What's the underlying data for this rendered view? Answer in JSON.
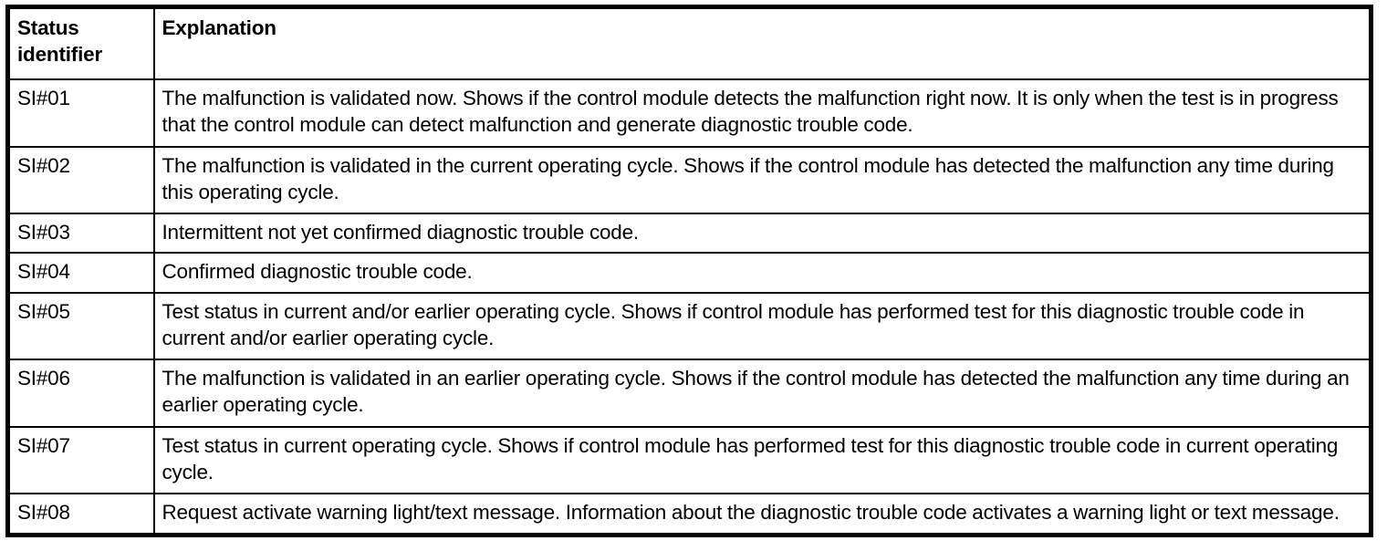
{
  "table": {
    "columns": [
      {
        "id": "status_identifier",
        "header": "Status identifier"
      },
      {
        "id": "explanation",
        "header": "Explanation"
      }
    ],
    "header": {
      "status_identifier": "Status identifier",
      "explanation": "Explanation"
    },
    "rows": [
      {
        "status_identifier": "SI#01",
        "explanation": "The malfunction is validated now. Shows if the control module detects the malfunction right now. It is only when the test is in progress that the control module can detect malfunction and generate diagnostic trouble code."
      },
      {
        "status_identifier": "SI#02",
        "explanation": "The malfunction is validated in the current operating cycle. Shows if the control module has detected the malfunction any time during this operating cycle."
      },
      {
        "status_identifier": "SI#03",
        "explanation": "Intermittent not yet confirmed diagnostic trouble code."
      },
      {
        "status_identifier": "SI#04",
        "explanation": "Confirmed diagnostic trouble code."
      },
      {
        "status_identifier": "SI#05",
        "explanation": "Test status in current and/or earlier operating cycle. Shows if control module has performed test for this diagnostic trouble code in current and/or earlier operating cycle."
      },
      {
        "status_identifier": "SI#06",
        "explanation": "The malfunction is validated in an earlier operating cycle. Shows if the control module has detected the malfunction any time during an earlier operating cycle."
      },
      {
        "status_identifier": "SI#07",
        "explanation": "Test status in current operating cycle. Shows if control module has performed test for this diagnostic trouble code in current operating cycle."
      },
      {
        "status_identifier": "SI#08",
        "explanation": "Request activate warning light/text message. Information about the diagnostic trouble code activates a warning light or text message."
      }
    ]
  },
  "colors": {
    "border": "#000000",
    "text": "#000000",
    "background": "#ffffff"
  }
}
